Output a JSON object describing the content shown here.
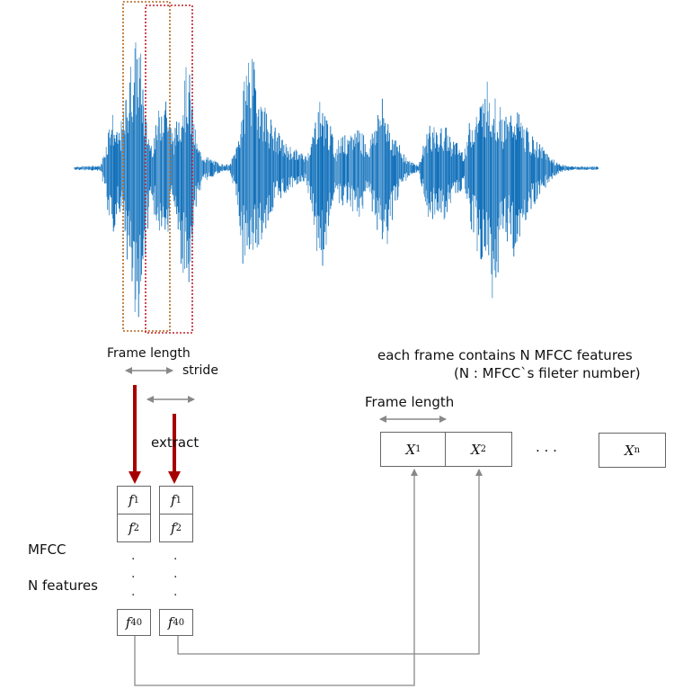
{
  "labels": {
    "frame_length_left": "Frame length",
    "stride": "stride",
    "extract": "extract",
    "mfcc": "MFCC",
    "n_features": "N features",
    "each_frame": "each frame contains N MFCC features",
    "filter_note": "(N : MFCC`s fileter number)",
    "frame_length_right": "Frame length",
    "ellipsis_h": ". . .",
    "dot": "."
  },
  "features": {
    "var": "f",
    "f1_sub": "1",
    "f2_sub": "2",
    "f40_sub": "40"
  },
  "vectors": {
    "var": "X",
    "x1_sub": "1",
    "x2_sub": "2",
    "xn_sub": "n"
  },
  "colors": {
    "waveform_dark": "#0b6cb8",
    "waveform_light": "#4f97cf",
    "frame1_box": "#b5651d",
    "frame2_box": "#c0202a",
    "extract_arrow": "#a80000",
    "gray_arrow": "#888888",
    "connector": "#888888"
  }
}
